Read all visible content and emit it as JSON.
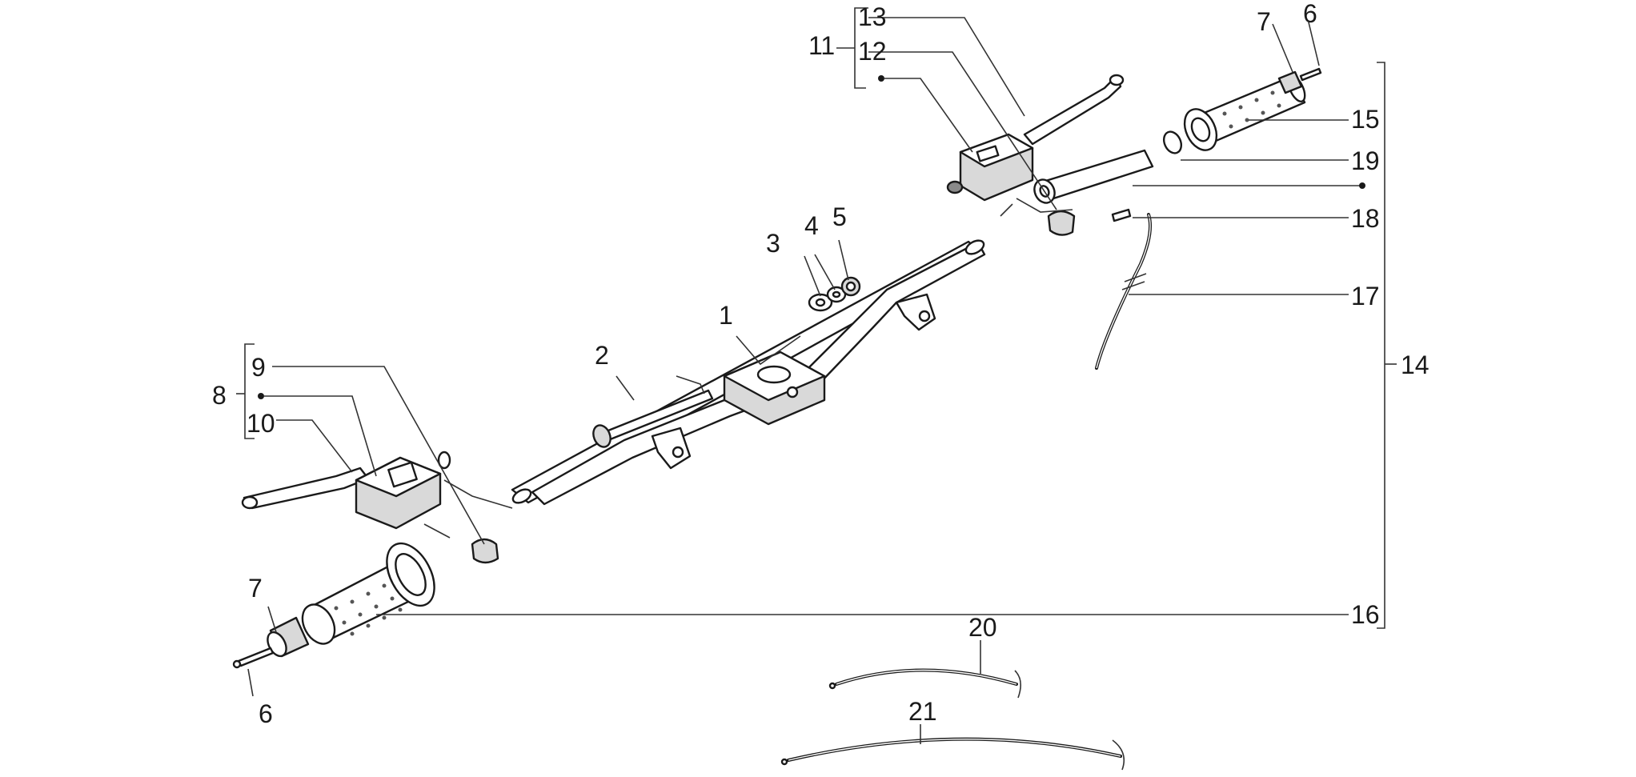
{
  "labels": {
    "p1": "1",
    "p2": "2",
    "p3": "3",
    "p4": "4",
    "p5": "5",
    "p6_right": "6",
    "p6_left": "6",
    "p7_right": "7",
    "p7_left": "7",
    "p8": "8",
    "p9": "9",
    "p10": "10",
    "p11": "11",
    "p12": "12",
    "p13": "13",
    "p14": "14",
    "p15": "15",
    "p16": "16",
    "p17": "17",
    "p18": "18",
    "p19": "19",
    "p20": "20",
    "p21": "21"
  }
}
